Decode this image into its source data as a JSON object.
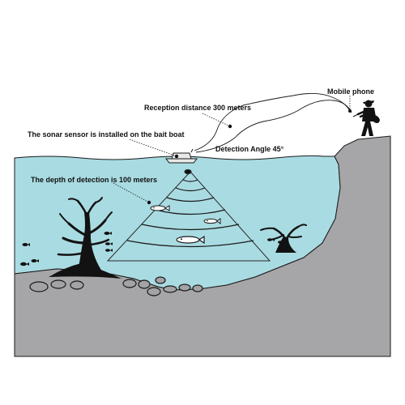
{
  "labels": {
    "mobile_phone": "Mobile phone",
    "reception_distance": "Reception distance 300 meters",
    "sonar_sensor": "The sonar sensor is installed on the bait boat",
    "detection_angle": "Detection Angle 45°",
    "detection_depth": "The depth of detection is 100 meters"
  },
  "colors": {
    "water": "#a9dbe2",
    "ground": "#a6a6a8",
    "rock": "#a3a3a6",
    "outline": "#1a1a1a",
    "silhouette": "#121212"
  },
  "icons": {
    "fisherman": "fisherman-silhouette-icon",
    "boat": "bait-boat-icon",
    "fish": "fish-icon",
    "tree": "underwater-tree-icon"
  }
}
